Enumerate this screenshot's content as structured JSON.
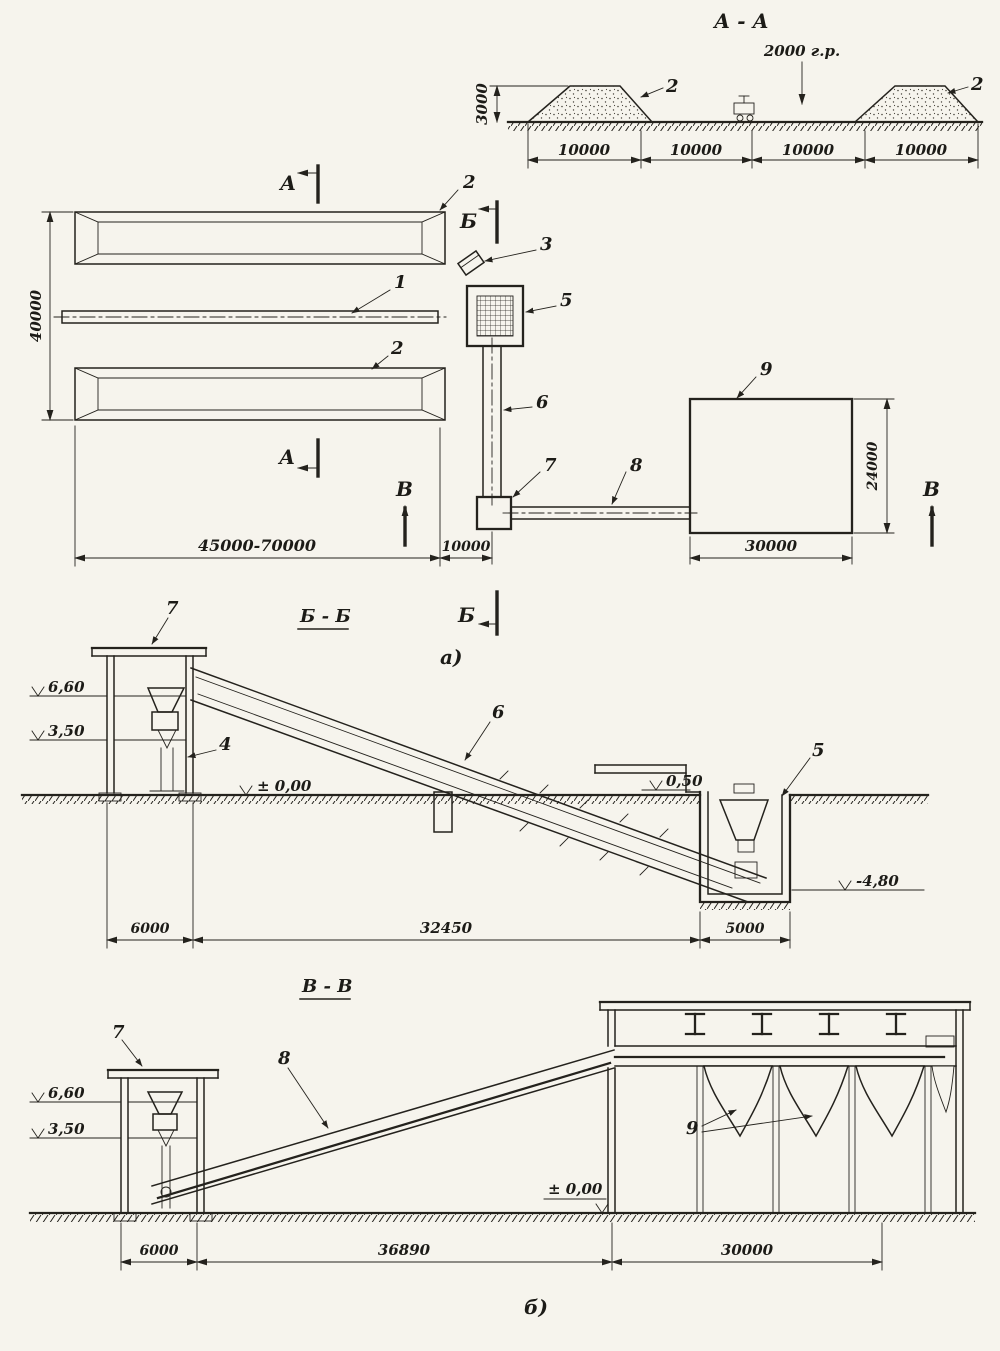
{
  "palette": {
    "paper": "#f6f4ed",
    "ink": "#24221d"
  },
  "section_aa": {
    "title": "А - А",
    "note": "2000 г.р.",
    "dim_height": "3000",
    "dim_1": "10000",
    "dim_2": "10000",
    "dim_3": "10000",
    "dim_4": "10000",
    "label_pile_left": "2",
    "label_pile_right": "2"
  },
  "plan": {
    "caption": "а)",
    "marker_a_top": "А",
    "marker_a_bottom": "А",
    "marker_b_top": "Б",
    "marker_b_bottom": "Б",
    "marker_v_left": "В",
    "marker_v_right": "В",
    "label_conveyor": "1",
    "label_pile_top": "2",
    "label_pile_bottom": "2",
    "label_feeder": "3",
    "label_screen": "5",
    "label_gallery": "6",
    "label_tower": "7",
    "label_bridge": "8",
    "label_building": "9",
    "dim_width": "40000",
    "dim_length": "45000-70000",
    "dim_gap": "10000",
    "dim_building_width": "30000",
    "dim_building_depth": "24000"
  },
  "section_bb": {
    "title": "Б - Б",
    "label_tower": "7",
    "label_equipment": "4",
    "label_gallery": "6",
    "label_pit": "5",
    "elev_top": "6,60",
    "elev_mid": "3,50",
    "elev_zero": "± 0,00",
    "elev_step": "0,50",
    "elev_pit": "-4,80",
    "dim_1": "6000",
    "dim_2": "32450",
    "dim_3": "5000"
  },
  "section_vv": {
    "title": "В - В",
    "caption": "б)",
    "label_tower": "7",
    "label_conveyor": "8",
    "label_hoppers": "9",
    "elev_top": "6,60",
    "elev_mid": "3,50",
    "elev_zero": "± 0,00",
    "dim_1": "6000",
    "dim_2": "36890",
    "dim_3": "30000"
  }
}
